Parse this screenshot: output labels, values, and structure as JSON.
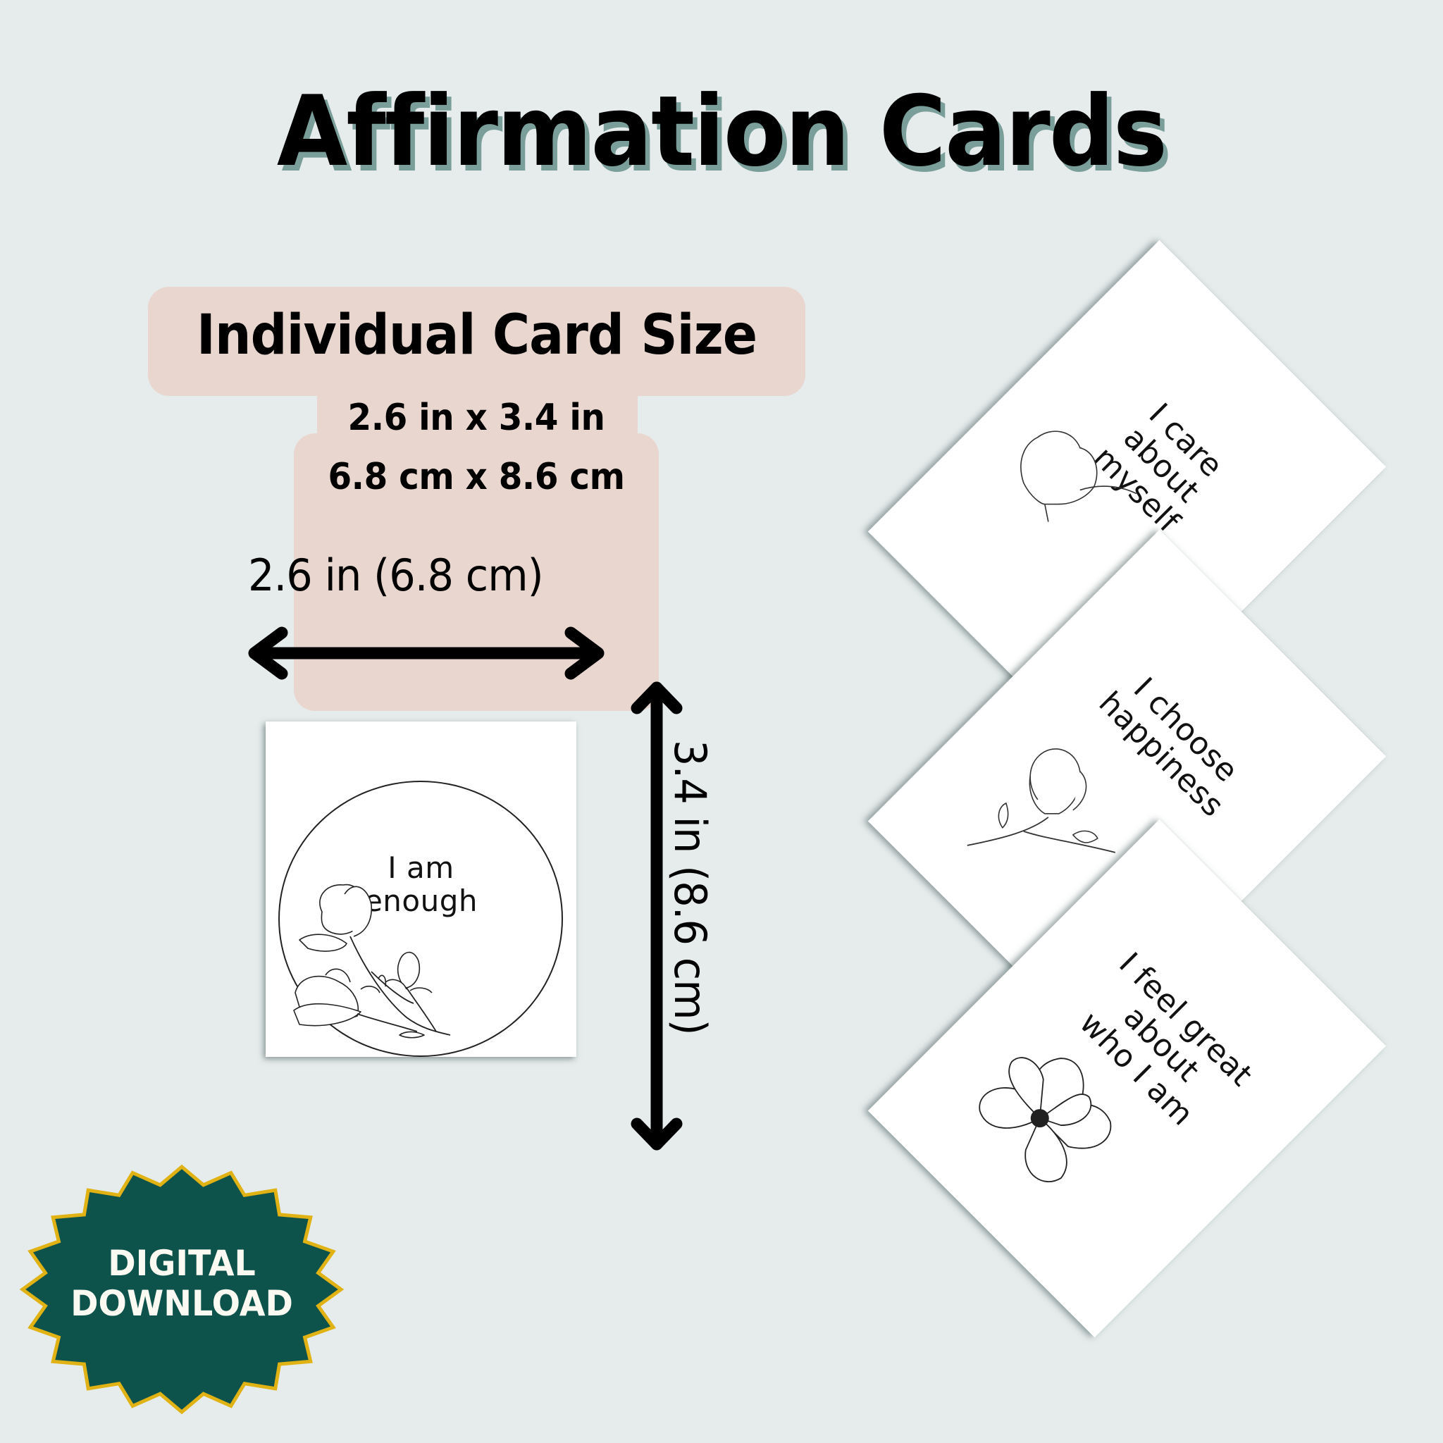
{
  "title": "Affirmation Cards",
  "size_info": {
    "heading": "Individual Card Size",
    "inches": "2.6 in x 3.4 in",
    "centimeters": "6.8 cm x 8.6 cm"
  },
  "dimensions": {
    "width_label": "2.6 in (6.8 cm)",
    "height_label": "3.4 in (8.6 cm)"
  },
  "sample_card": {
    "text": "I am enough",
    "decoration": "magnolia-circle-frame"
  },
  "stacked_cards": [
    {
      "text": "I care about myself",
      "decoration": "magnolia-bud"
    },
    {
      "text": "I choose happiness",
      "decoration": "magnolia-branch"
    },
    {
      "text": "I feel great about who I am",
      "decoration": "magnolia-bloom"
    }
  ],
  "badge": {
    "line1": "DIGITAL",
    "line2": "DOWNLOAD"
  },
  "colors": {
    "background": "#e6ecec",
    "title_shadow": "#7a9e99",
    "pill": "#e8d6cf",
    "badge_fill": "#0d534b",
    "badge_border": "#e0b213",
    "badge_text": "#fbfaf2"
  }
}
